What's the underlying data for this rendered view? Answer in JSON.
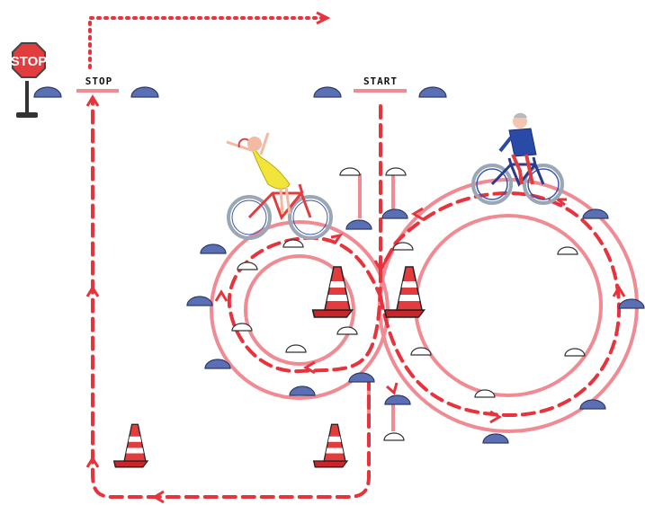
{
  "signs": {
    "stop_sign_text": "STOP",
    "stop_label": "STOP",
    "start_label": "START"
  },
  "colors": {
    "route_red": "#e8323c",
    "track_pink": "#f08a93",
    "blue_marker": "#5a6fb4",
    "white_marker": "#ffffff",
    "cone_red": "#e33c3f"
  },
  "figures": {
    "left_rider": "woman-on-red-bicycle",
    "right_rider": "man-on-blue-bicycle"
  }
}
